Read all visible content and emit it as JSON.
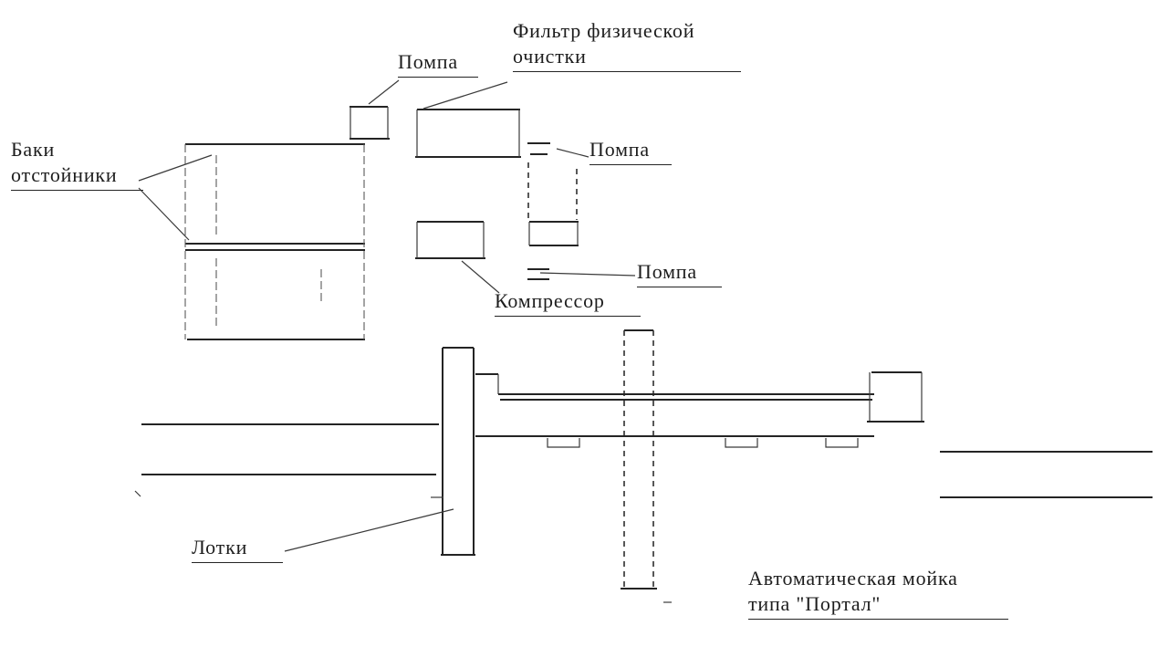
{
  "labels": {
    "pump_top": "Помпа",
    "filter_line1": "Фильтр физической",
    "filter_line2": "очистки",
    "tanks_line1": "Баки",
    "tanks_line2": "отстойники",
    "pump_right": "Помпа",
    "pump_mid": "Помпа",
    "compressor": "Компрессор",
    "trays": "Лотки",
    "washer_line1": "Автоматическая мойка",
    "washer_line2": "типа \"Портал\""
  },
  "colors": {
    "ink": "#242424",
    "background": "#ffffff"
  }
}
